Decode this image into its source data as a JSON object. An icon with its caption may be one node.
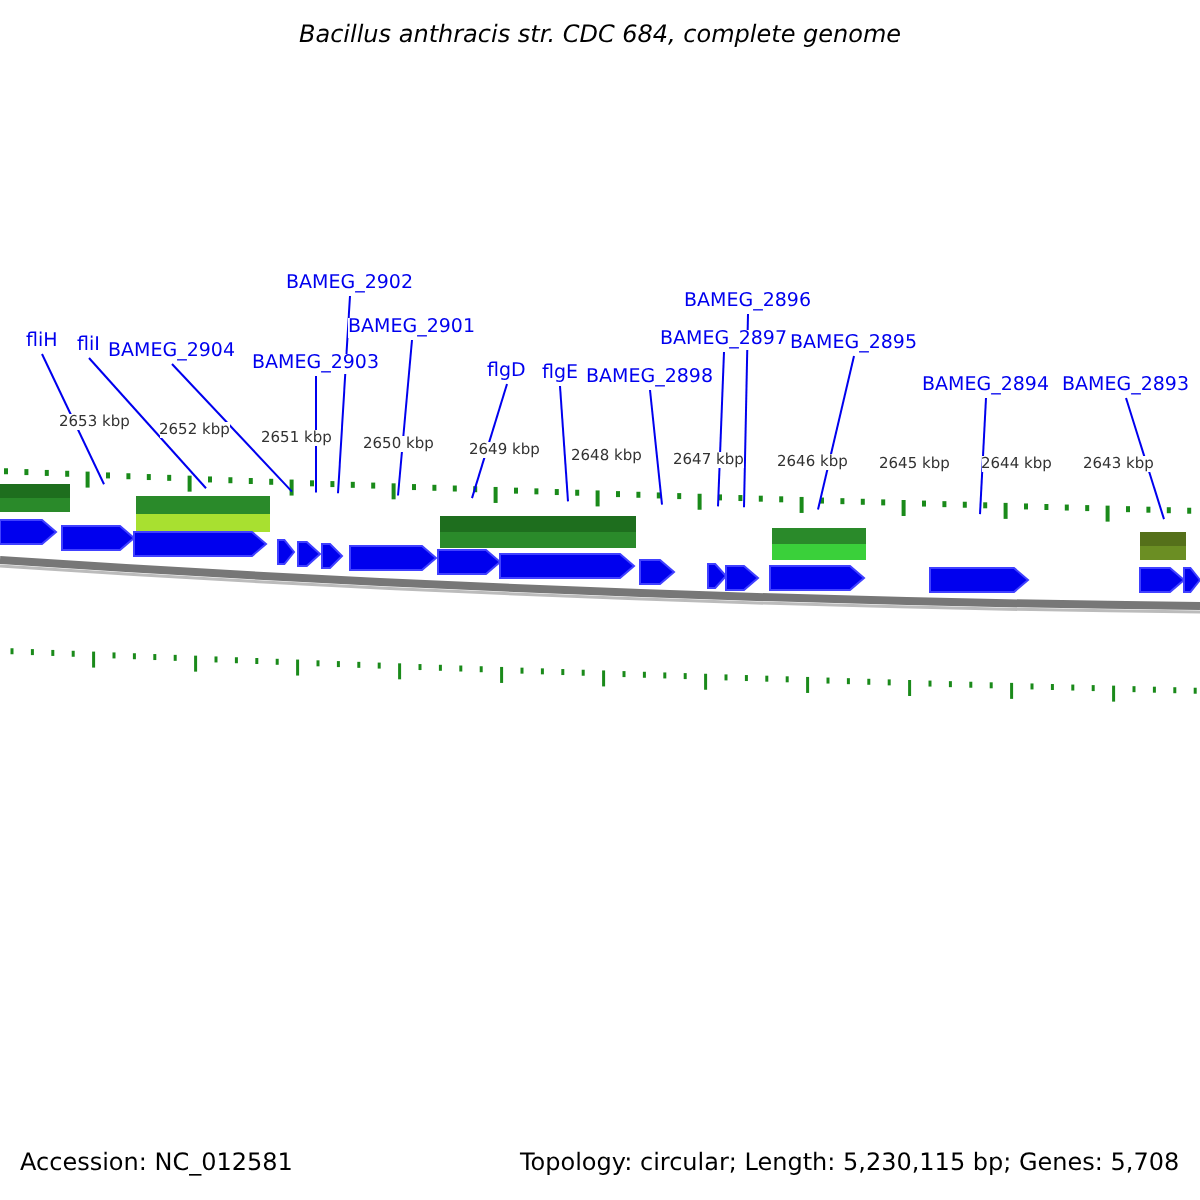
{
  "diagram": {
    "title": "Bacillus anthracis str. CDC 684, complete genome",
    "nodes": [
      {
        "text": [
          "fliH"
        ]
      },
      {
        "text": [
          "fliI"
        ]
      },
      {
        "text": [
          "BAMEG_2904"
        ]
      },
      {
        "text": [
          "BAMEG_2903"
        ]
      },
      {
        "text": [
          "BAMEG_2902"
        ]
      },
      {
        "text": [
          "BAMEG_2901"
        ]
      },
      {
        "text": [
          "flgD"
        ]
      },
      {
        "text": [
          "flgE"
        ]
      },
      {
        "text": [
          "BAMEG_2898"
        ]
      },
      {
        "text": [
          "BAMEG_2897"
        ]
      },
      {
        "text": [
          "BAMEG_2896"
        ]
      },
      {
        "text": [
          "BAMEG_2895"
        ]
      },
      {
        "text": [
          "BAMEG_2894"
        ]
      },
      {
        "text": [
          "BAMEG_2893"
        ]
      }
    ],
    "edges": [
      {
        "from": 0,
        "to": null,
        "arrow": "none"
      },
      {
        "from": 1,
        "to": null,
        "arrow": "none"
      },
      {
        "from": 2,
        "to": null,
        "arrow": "none"
      },
      {
        "from": 3,
        "to": null,
        "arrow": "none"
      },
      {
        "from": 4,
        "to": null,
        "arrow": "none"
      },
      {
        "from": 5,
        "to": null,
        "arrow": "none"
      },
      {
        "from": 6,
        "to": null,
        "arrow": "none"
      },
      {
        "from": 7,
        "to": null,
        "arrow": "none"
      },
      {
        "from": 8,
        "to": null,
        "arrow": "none"
      },
      {
        "from": 9,
        "to": null,
        "arrow": "none"
      },
      {
        "from": 10,
        "to": null,
        "arrow": "none"
      },
      {
        "from": 11,
        "to": null,
        "arrow": "none"
      },
      {
        "from": 12,
        "to": null,
        "arrow": "none"
      },
      {
        "from": 13,
        "to": null,
        "arrow": "none"
      }
    ],
    "labels": [
      "2653 kbp",
      "2652 kbp",
      "2651 kbp",
      "2650 kbp",
      "2649 kbp",
      "2648 kbp",
      "2647 kbp",
      "2646 kbp",
      "2645 kbp",
      "2644 kbp",
      "2643 kbp",
      "Accession: NC_012581",
      "Topology: circular; Length: 5,230,115 bp; Genes: 5,708"
    ]
  }
}
